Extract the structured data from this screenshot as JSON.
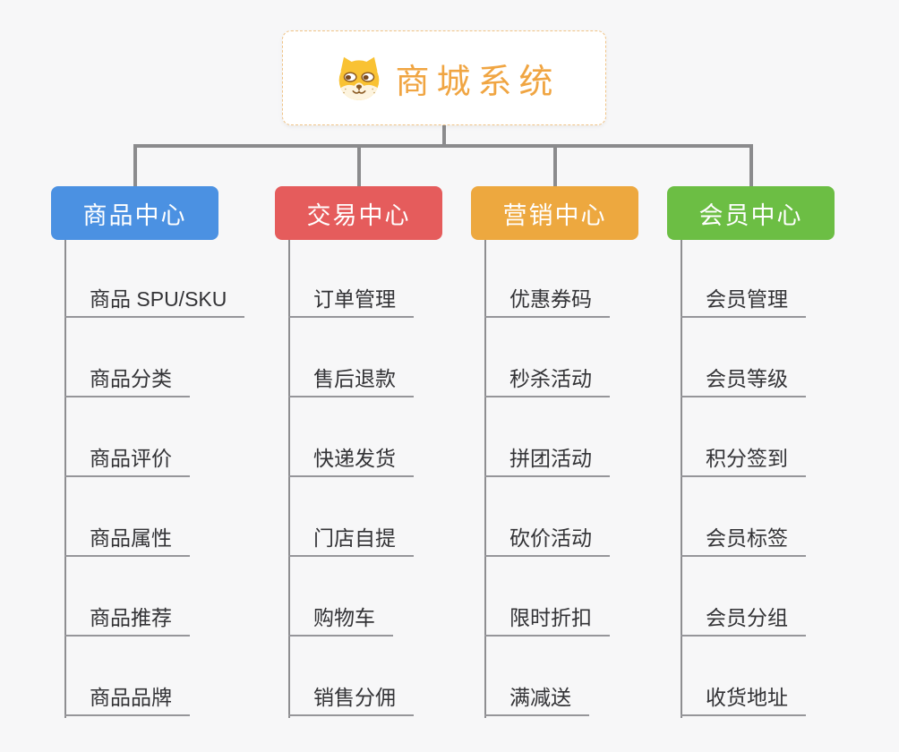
{
  "page": {
    "background_color": "#F7F7F8",
    "connector_color": "#8B8B8D"
  },
  "root": {
    "title": "商城系统",
    "icon": "shiba-dog-icon",
    "accent_color": "#F0A542",
    "border_color": "#F0C487"
  },
  "branches": [
    {
      "label": "商品中心",
      "color": "#4B91E2",
      "items": [
        "商品 SPU/SKU",
        "商品分类",
        "商品评价",
        "商品属性",
        "商品推荐",
        "商品品牌"
      ]
    },
    {
      "label": "交易中心",
      "color": "#E55C5C",
      "items": [
        "订单管理",
        "售后退款",
        "快递发货",
        "门店自提",
        "购物车",
        "销售分佣"
      ]
    },
    {
      "label": "营销中心",
      "color": "#EDA83F",
      "items": [
        "优惠券码",
        "秒杀活动",
        "拼团活动",
        "砍价活动",
        "限时折扣",
        "满减送"
      ]
    },
    {
      "label": "会员中心",
      "color": "#6CBE44",
      "items": [
        "会员管理",
        "会员等级",
        "积分签到",
        "会员标签",
        "会员分组",
        "收货地址"
      ]
    }
  ]
}
